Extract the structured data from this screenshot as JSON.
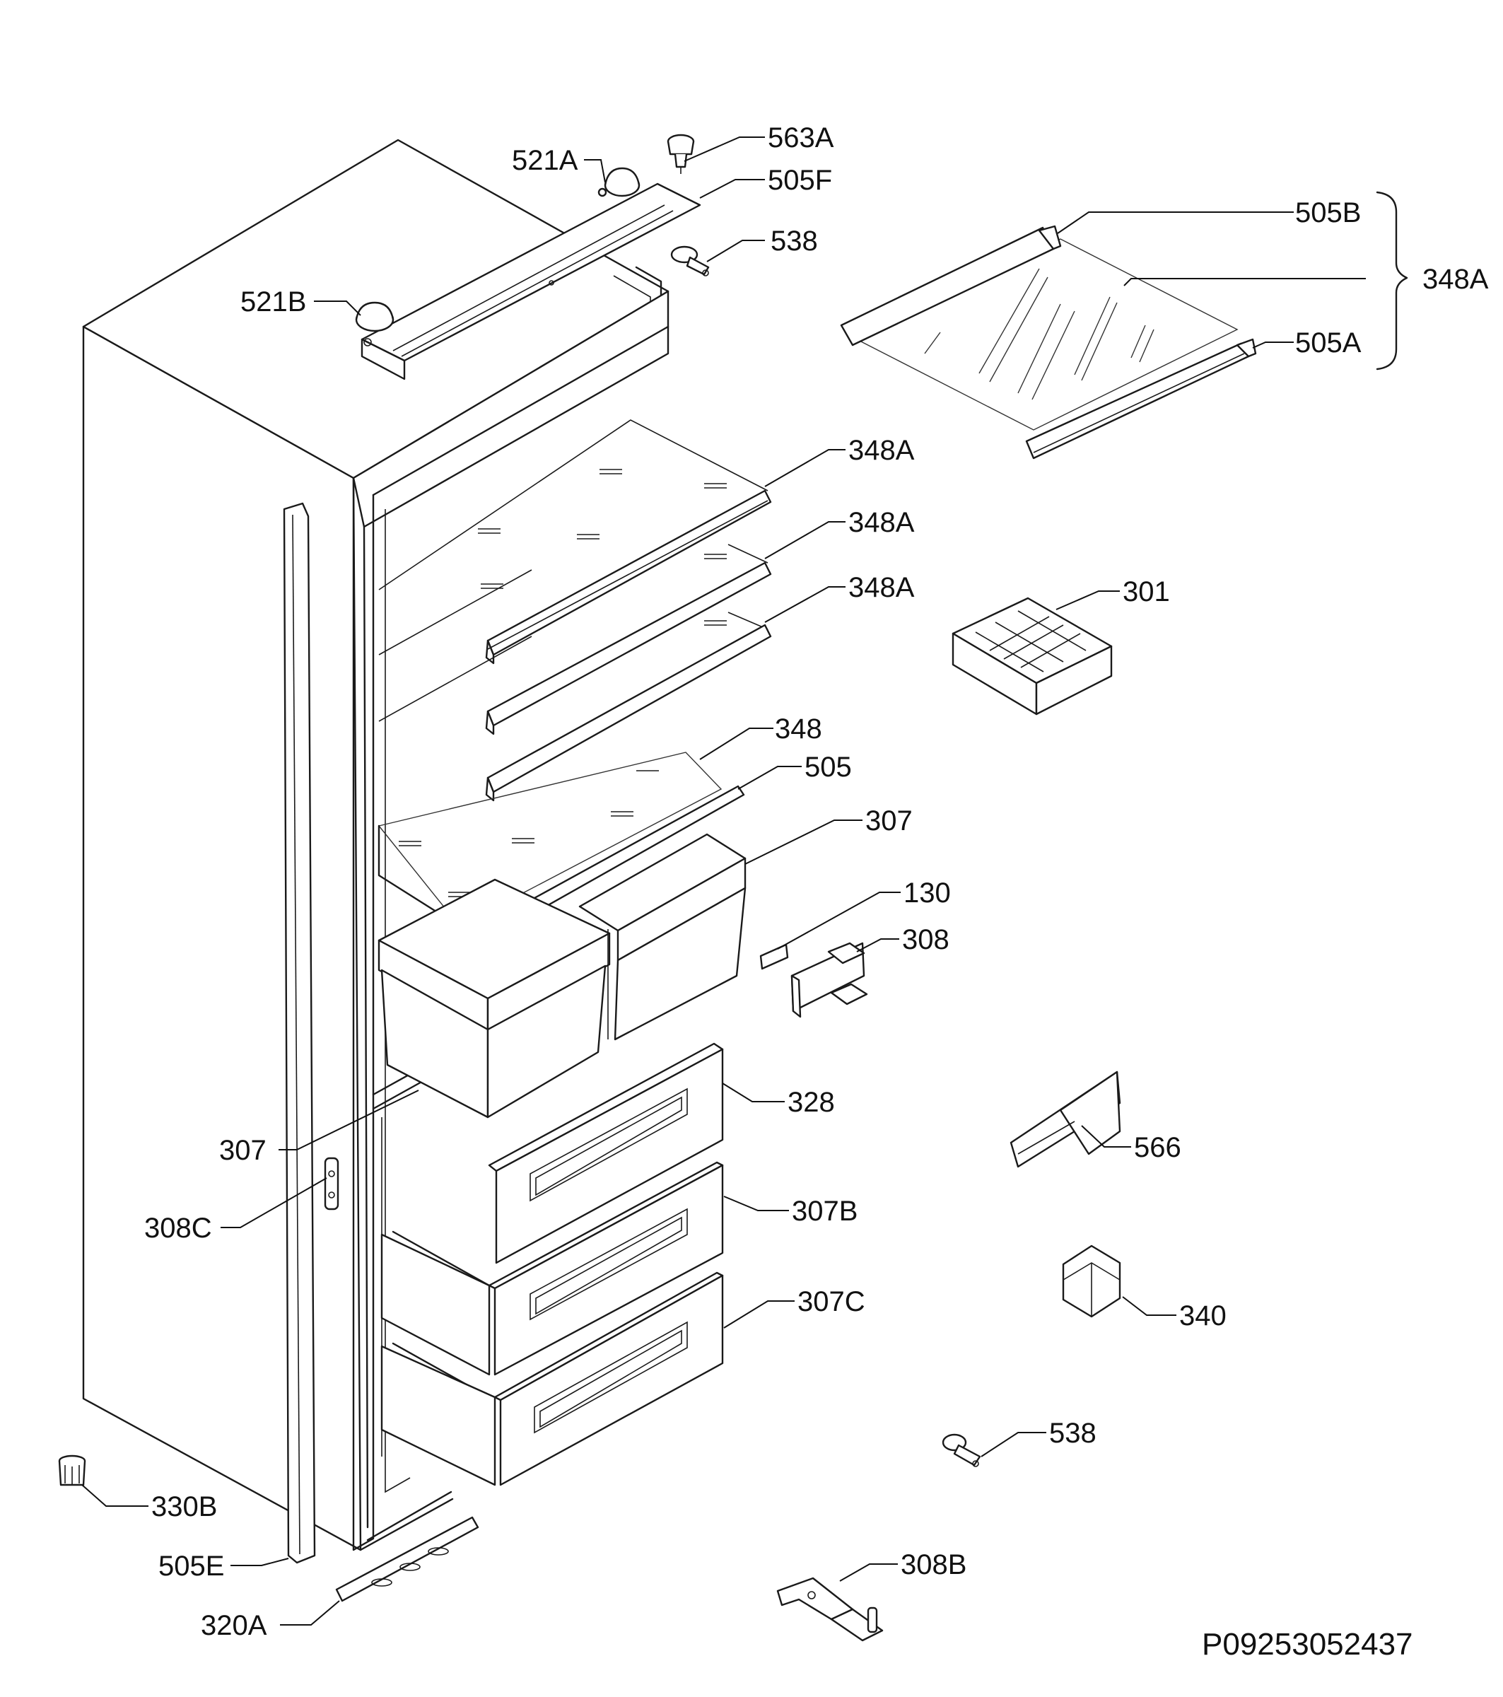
{
  "document_id": "P09253052437",
  "labels": {
    "l563a": "563A",
    "l521a": "521A",
    "l505f": "505F",
    "l538top": "538",
    "l521b": "521B",
    "l505b": "505B",
    "l348a_group": "348A",
    "l505a": "505A",
    "l348a_1": "348A",
    "l348a_2": "348A",
    "l348a_3": "348A",
    "l301": "301",
    "l348": "348",
    "l505": "505",
    "l307_right": "307",
    "l130": "130",
    "l308": "308",
    "l328": "328",
    "l566": "566",
    "l307_left": "307",
    "l308c": "308C",
    "l307b": "307B",
    "l307c": "307C",
    "l340": "340",
    "l538_bottom": "538",
    "l330b": "330B",
    "l505e": "505E",
    "l308b": "308B",
    "l320a": "320A"
  },
  "icons": {
    "brace": "curly-brace-icon",
    "ice_tray": "ice-cube-tray-icon"
  }
}
